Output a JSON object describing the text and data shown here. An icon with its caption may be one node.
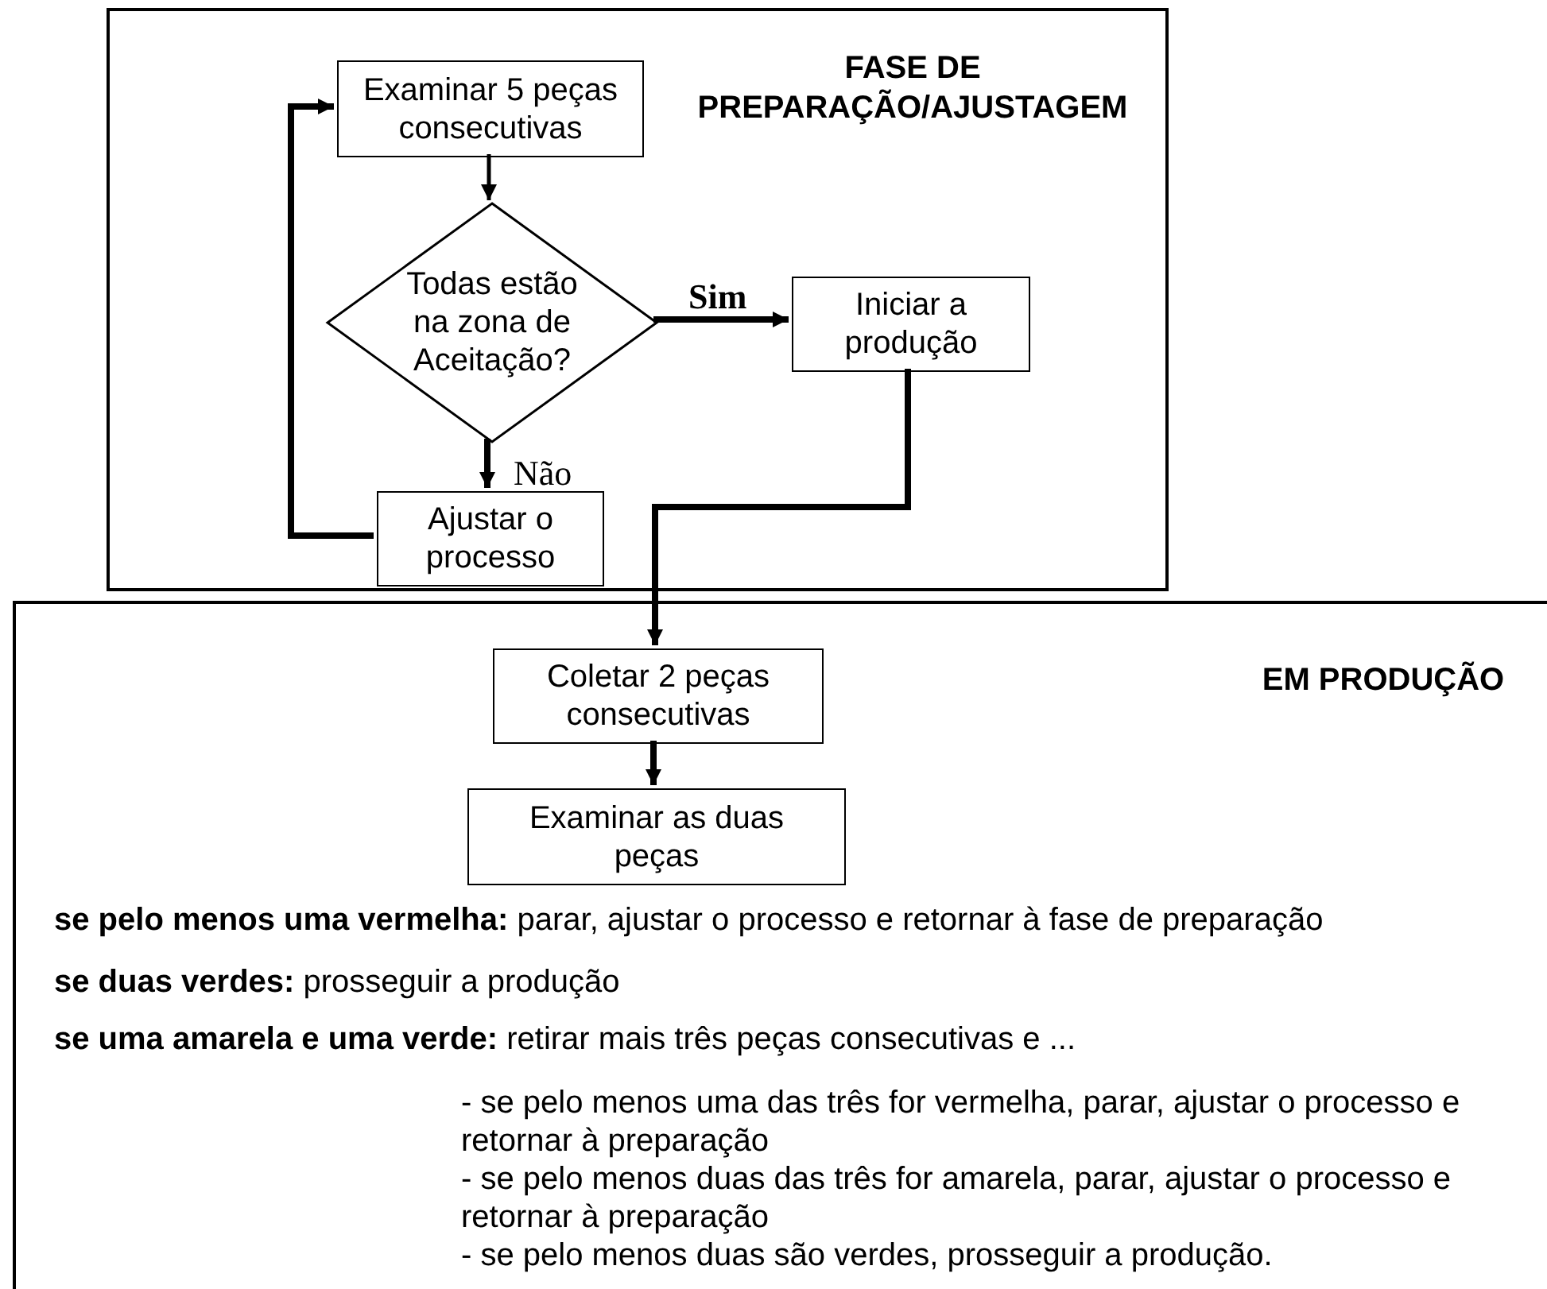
{
  "diagram": {
    "nodes": [
      {
        "text": [
          "FASE DE PREPARAÇÃO/AJUSTAGEM"
        ]
      },
      {
        "text": [
          "Examinar 5 peças consecutivas"
        ],
        "in": 0
      },
      {
        "text": [
          "Todas estão na zona de Aceitação?"
        ],
        "in": 0
      },
      {
        "text": [
          "Iniciar a produção"
        ],
        "in": 0
      },
      {
        "text": [
          "Ajustar o processo"
        ],
        "in": 0
      },
      {
        "text": [
          "EM PRODUÇÃO"
        ]
      },
      {
        "text": [
          "Coletar 2 peças consecutivas"
        ],
        "in": 5
      },
      {
        "text": [
          "Examinar as duas peças"
        ],
        "in": 5
      }
    ],
    "edges": [
      {
        "from": 1,
        "to": 2,
        "arrow": "to"
      },
      {
        "from": 2,
        "to": 3,
        "arrow": "to",
        "label": "Sim"
      },
      {
        "from": 2,
        "to": 4,
        "arrow": "to",
        "label": "Não"
      },
      {
        "from": 4,
        "to": 1,
        "arrow": "to"
      },
      {
        "from": 3,
        "to": 6,
        "arrow": "to"
      },
      {
        "from": 6,
        "to": 7,
        "arrow": "to"
      }
    ],
    "labels": [
      "**se pelo menos uma vermelha:** parar, ajustar o processo e retornar à fase de preparação",
      "**se duas verdes:** prosseguir a produção",
      "**se uma amarela e uma verde:** retirar mais três peças consecutivas  e ...",
      "- se pelo menos uma das três for vermelha, parar, ajustar o processo e retornar à preparação",
      "- se pelo menos duas das três for amarela, parar, ajustar o processo e retornar à preparação",
      "- se pelo menos duas são verdes, prosseguir a produção."
    ]
  }
}
